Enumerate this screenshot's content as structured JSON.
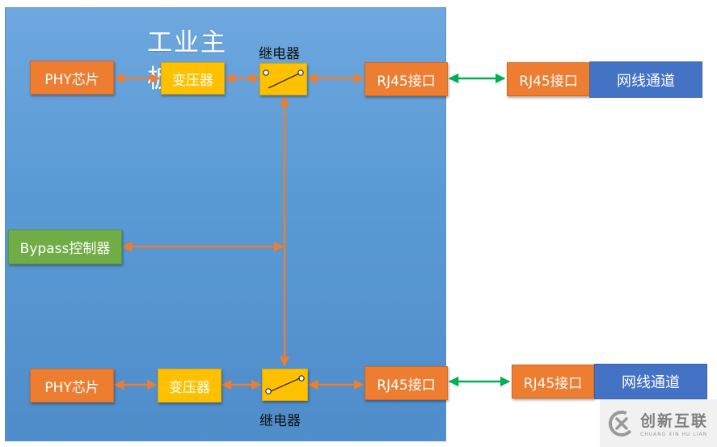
{
  "board": {
    "title": "工业主板"
  },
  "top_row": {
    "phy": "PHY芯片",
    "transformer": "变压器",
    "relay_label": "继电器",
    "rj45_board": "RJ45接口",
    "rj45_external": "RJ45接口",
    "cable": "网线通道"
  },
  "bypass": {
    "label": "Bypass控制器"
  },
  "bottom_row": {
    "phy": "PHY芯片",
    "transformer": "变压器",
    "relay_label": "继电器",
    "rj45_board": "RJ45接口",
    "rj45_external": "RJ45接口",
    "cable": "网线通道"
  },
  "watermark": {
    "text": "创新互联",
    "subtext": "CHUANG XIN HU LIAN"
  },
  "colors": {
    "board": "#5b9bd5",
    "orange": "#ed7d31",
    "yellow": "#ffc000",
    "green": "#70ad47",
    "blue": "#4472c4",
    "wire_internal": "#ed7d31",
    "wire_external": "#00b050"
  }
}
